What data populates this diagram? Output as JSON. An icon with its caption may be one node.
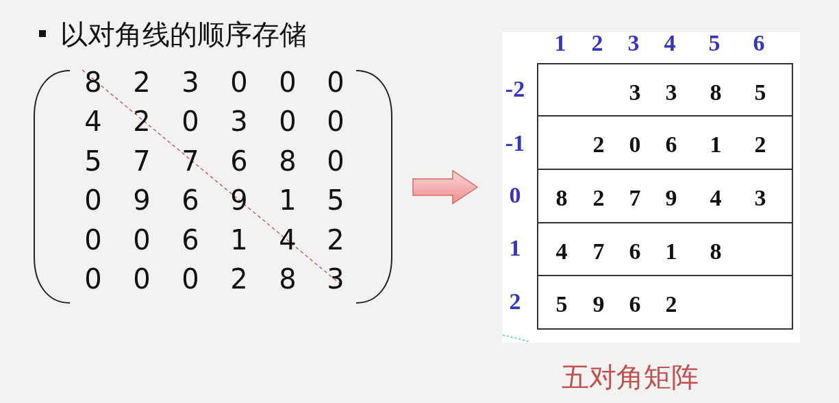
{
  "diagram": {
    "title": "以对角线的顺序存储",
    "caption": "五对角矩阵",
    "nodes": [
      {
        "text": [
          "8",
          "2",
          "3",
          "0",
          "0",
          "0",
          "4",
          "2",
          "0",
          "3",
          "0",
          "0",
          "5",
          "7",
          "7",
          "6",
          "8",
          "0",
          "0",
          "9",
          "6",
          "9",
          "1",
          "5",
          "0",
          "0",
          "6",
          "1",
          "4",
          "2",
          "0",
          "0",
          "0",
          "2",
          "8",
          "3"
        ]
      },
      {
        "text": [
          "1",
          "2",
          "3",
          "4",
          "5",
          "6",
          "-2",
          "-1",
          "0",
          "1",
          "2"
        ]
      },
      {
        "text": [
          "3",
          "3",
          "8",
          "5"
        ],
        "in": 1
      },
      {
        "text": [
          "2",
          "0",
          "6",
          "1",
          "2"
        ],
        "in": 1
      },
      {
        "text": [
          "8",
          "2",
          "7",
          "9",
          "4",
          "3"
        ],
        "in": 1
      },
      {
        "text": [
          "4",
          "7",
          "6",
          "1",
          "8"
        ],
        "in": 1
      },
      {
        "text": [
          "5",
          "9",
          "6",
          "2"
        ],
        "in": 1
      }
    ],
    "edges": [
      {
        "from": 0,
        "to": 1,
        "arrow": "to"
      }
    ]
  }
}
